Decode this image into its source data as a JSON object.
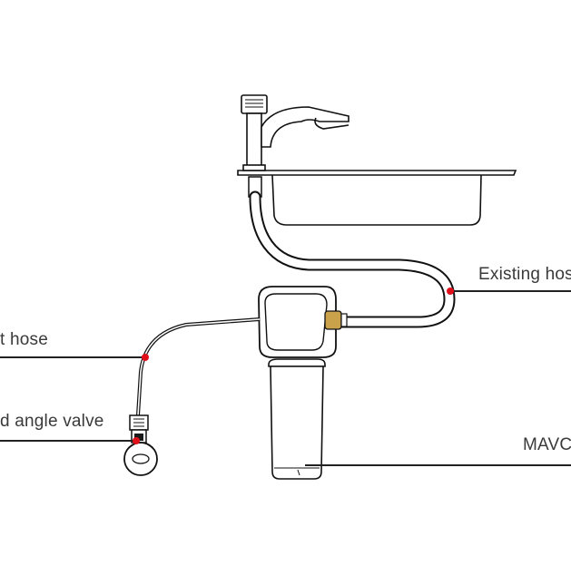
{
  "labels": {
    "existing_hose": "Existing hos",
    "inlet_hose": "t hose",
    "angle_valve": "d angle valve",
    "model": "MAVC"
  },
  "colors": {
    "line": "#111111",
    "leader": "#222222",
    "marker": "#e0101a",
    "brass": "#c9a24a",
    "hose_dark": "#1a1a1a",
    "text": "#3a3a3a"
  }
}
